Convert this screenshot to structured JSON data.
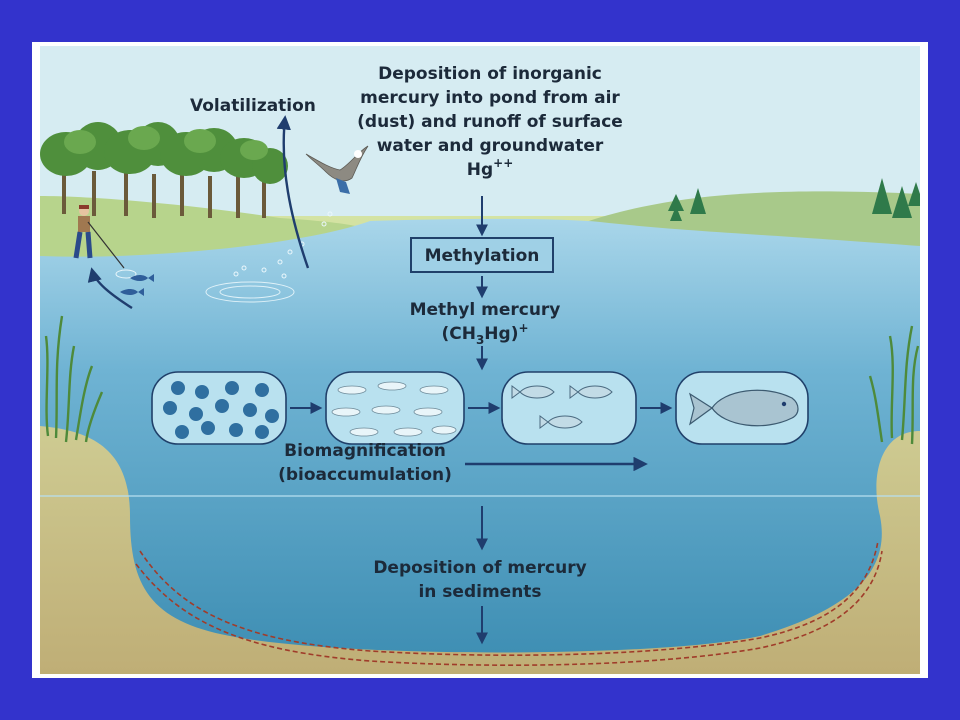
{
  "labels": {
    "volatilization": "Volatilization",
    "deposition_lines": [
      "Deposition of inorganic",
      "mercury into pond from air",
      "(dust) and runoff of surface",
      "water and groundwater"
    ],
    "hg_symbol": "Hg",
    "hg_charge": "++",
    "methylation": "Methylation",
    "methyl_mercury": "Methyl mercury",
    "methyl_formula_open": "(CH",
    "methyl_formula_sub": "3",
    "methyl_formula_close": "Hg)",
    "methyl_formula_charge": "+",
    "biomagnification": "Biomagnification",
    "bioaccumulation": "(bioaccumulation)",
    "sediment_line1": "Deposition of mercury",
    "sediment_line2": "in sediments"
  },
  "colors": {
    "page_background": "#3333cc",
    "sky": "#d6ecf2",
    "water_surface": "#9fd0e6",
    "water_deep": "#3f8fb4",
    "land": "#d4e3a3",
    "sediment_soil": "#c3b77e",
    "arrow": "#1f3d6e",
    "sediment_dash": "#a03c2a"
  },
  "food_chain": [
    "phytoplankton-capsule",
    "zooplankton-capsule",
    "small-fish-capsule",
    "large-fish-capsule"
  ]
}
